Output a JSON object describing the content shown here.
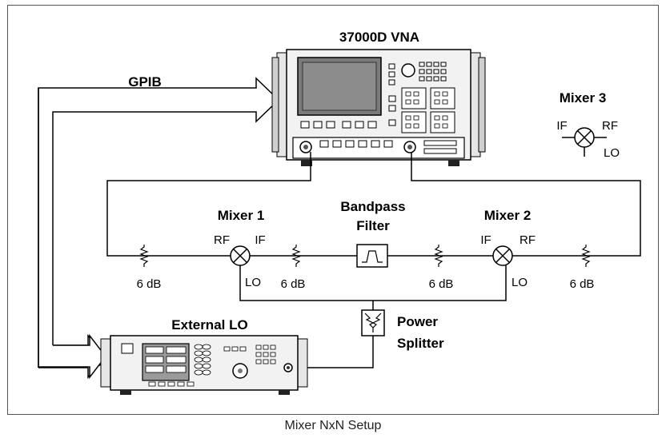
{
  "caption": "Mixer NxN Setup",
  "labels": {
    "vna": "37000D VNA",
    "gpib": "GPIB",
    "mixer3": "Mixer 3",
    "mixer1": "Mixer 1",
    "mixer2": "Mixer 2",
    "bandpass_line1": "Bandpass",
    "bandpass_line2": "Filter",
    "external_lo": "External LO",
    "splitter_line1": "Power",
    "splitter_line2": "Splitter",
    "port_if": "IF",
    "port_rf": "RF",
    "port_lo": "LO",
    "atten": "6 dB"
  }
}
